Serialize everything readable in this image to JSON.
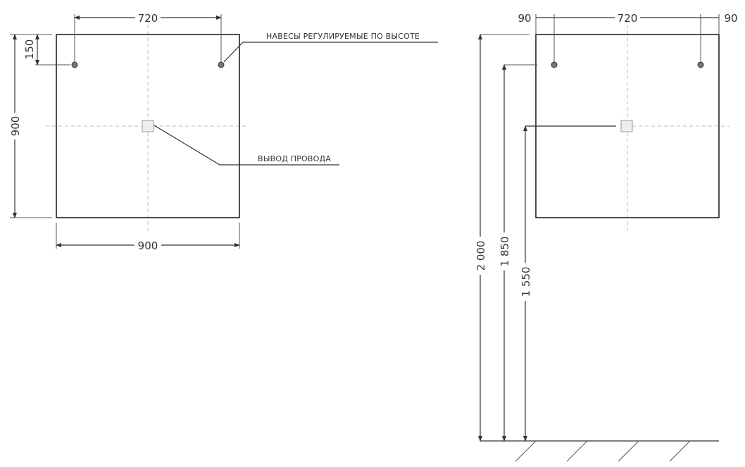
{
  "front_view": {
    "dim_hinge_spacing": "720",
    "dim_hinge_offset": "150",
    "dim_height": "900",
    "dim_width": "900",
    "note_hinges": "НАВЕСЫ РЕГУЛИРУЕМЫЕ ПО ВЫСОТЕ",
    "note_wire": "ВЫВОД ПРОВОДА"
  },
  "mount_view": {
    "dim_left_margin": "90",
    "dim_hinge_spacing": "720",
    "dim_right_margin": "90",
    "dim_top_height": "2 000",
    "dim_hinge_height": "1 850",
    "dim_wire_height": "1 550"
  }
}
